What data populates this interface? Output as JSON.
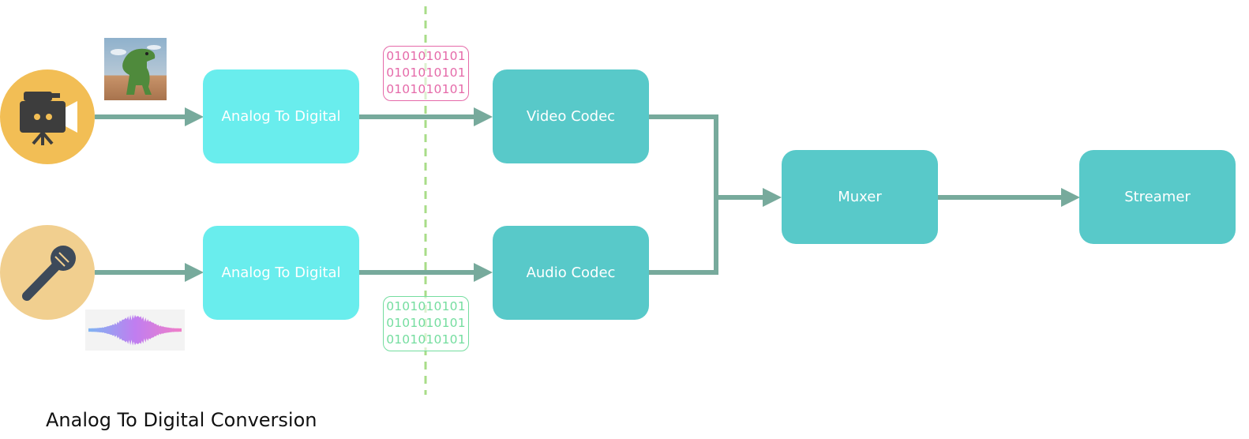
{
  "nodes": {
    "video_a2d": "Analog To Digital",
    "audio_a2d": "Analog To Digital",
    "video_codec": "Video Codec",
    "audio_codec": "Audio Codec",
    "muxer": "Muxer",
    "streamer": "Streamer"
  },
  "video_bits": [
    "0101010101",
    "0101010101",
    "0101010101"
  ],
  "audio_bits": [
    "0101010101",
    "0101010101",
    "0101010101"
  ],
  "caption": "Analog To Digital Conversion",
  "icons": {
    "camera": "video-camera-icon",
    "microphone": "microphone-icon",
    "frame": "dinosaur-toy-thumbnail",
    "waveform": "audio-waveform-thumbnail"
  },
  "colors": {
    "arrow": "#77aa9c",
    "a2d_box": "#69eded",
    "codec_box": "#58c9c9",
    "camera_circle": "#f2be55",
    "mic_circle": "#f1cf8f",
    "divider": "#a8dd88",
    "video_bits": "#e56aa9",
    "audio_bits": "#74dd9f"
  }
}
